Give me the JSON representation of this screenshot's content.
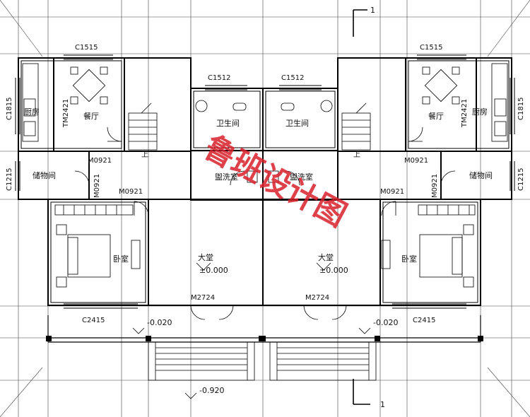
{
  "section_marks": {
    "top": "1",
    "bottom": "1"
  },
  "windows": {
    "left_dining": "C1515",
    "right_dining": "C1515",
    "left_bath": "C1512",
    "right_bath": "C1512",
    "left_kitchen_side": "C1815",
    "right_kitchen_side": "C1815",
    "left_storage_side": "C1215",
    "right_storage_side": "C1215",
    "left_bedroom": "C2415",
    "right_bedroom": "C2415"
  },
  "doors": {
    "left_tm": "TM2421",
    "right_tm": "TM2421",
    "left_m_kitchen": "M0921",
    "right_m_kitchen": "M0921",
    "left_m_storage": "M0921",
    "right_m_storage": "M0921",
    "left_m_bedroom": "M0921",
    "right_m_bedroom": "M0921",
    "left_main": "M2724",
    "right_main": "M2724"
  },
  "rooms": {
    "left_kitchen": "厨房",
    "left_dining": "餐厅",
    "left_bath": "卫生间",
    "left_wash": "盥洗室",
    "left_storage": "储物间",
    "left_bedroom": "卧室",
    "left_hall": "大堂",
    "right_kitchen": "厨房",
    "right_dining": "餐厅",
    "right_bath": "卫生间",
    "right_wash": "盥洗室",
    "right_storage": "储物间",
    "right_bedroom": "卧室",
    "right_hall": "大堂"
  },
  "stair_up": {
    "left": "上",
    "right": "上"
  },
  "levels": {
    "left_hall": "±0.000",
    "right_hall": "±0.000",
    "left_porch": "-0.020",
    "right_porch": "-0.020",
    "ground": "-0.920"
  },
  "watermark": "鲁班设计图"
}
